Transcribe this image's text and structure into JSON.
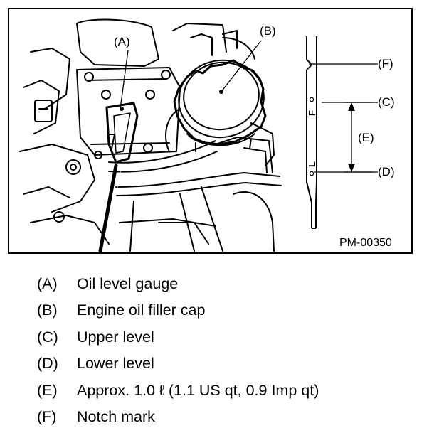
{
  "figure": {
    "id_label": "PM-00350",
    "callouts": {
      "A": "(A)",
      "B": "(B)",
      "C": "(C)",
      "D": "(D)",
      "E": "(E)",
      "F": "(F)"
    },
    "dipstick_marks": {
      "upper": "F",
      "lower": "L"
    }
  },
  "legend": [
    {
      "key": "(A)",
      "text": "Oil level gauge"
    },
    {
      "key": "(B)",
      "text": "Engine oil filler cap"
    },
    {
      "key": "(C)",
      "text": "Upper level"
    },
    {
      "key": "(D)",
      "text": "Lower level"
    },
    {
      "key": "(E)",
      "text": "Approx. 1.0 ℓ (1.1 US qt, 0.9 Imp qt)"
    },
    {
      "key": "(F)",
      "text": "Notch mark"
    }
  ]
}
